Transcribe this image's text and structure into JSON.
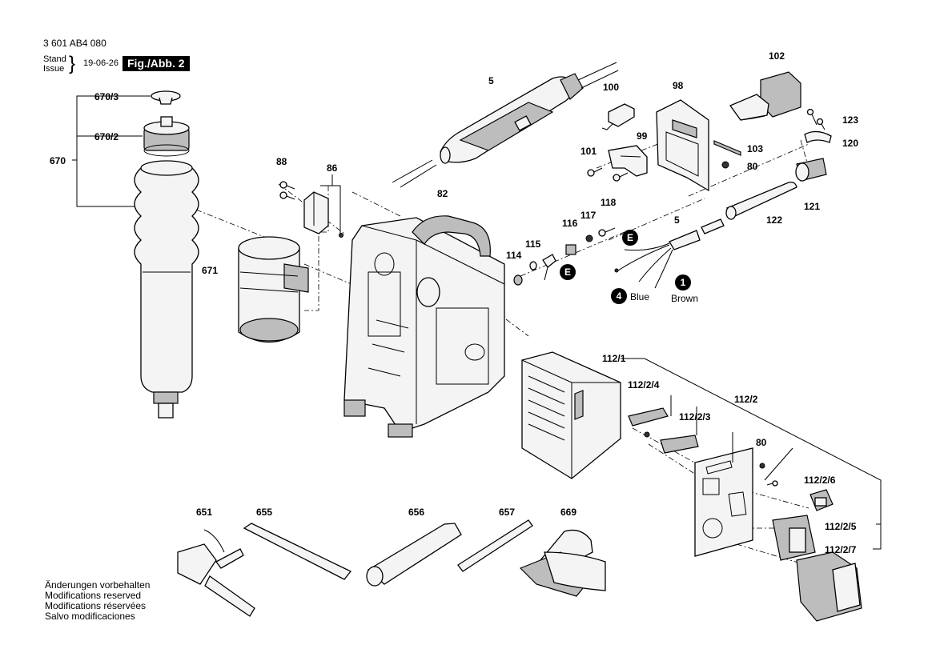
{
  "header": {
    "doc_number": "3 601 AB4 080",
    "stand": "Stand",
    "issue": "Issue",
    "date": "19-06-26",
    "figure": "Fig./Abb. 2"
  },
  "footer": {
    "lines": [
      "Änderungen vorbehalten",
      "Modifications reserved",
      "Modifications réservées",
      "Salvo modificaciones"
    ]
  },
  "parts": {
    "p670_3": "670/3",
    "p670_2": "670/2",
    "p670": "670",
    "p671": "671",
    "p88": "88",
    "p86": "86",
    "p82": "82",
    "p5_top": "5",
    "p100": "100",
    "p98": "98",
    "p102": "102",
    "p123": "123",
    "p120": "120",
    "p103": "103",
    "p101": "101",
    "p99": "99",
    "p80_top": "80",
    "p121": "121",
    "p122": "122",
    "p5_mid": "5",
    "p118": "118",
    "p117": "117",
    "p116": "116",
    "p115": "115",
    "p114": "114",
    "p112_1": "112/1",
    "p112_2_4": "112/2/4",
    "p112_2": "112/2",
    "p112_2_3": "112/2/3",
    "p80_low": "80",
    "p112_2_6": "112/2/6",
    "p112_2_5": "112/2/5",
    "p112_2_7": "112/2/7",
    "p651": "651",
    "p655": "655",
    "p656": "656",
    "p657": "657",
    "p669": "669"
  },
  "wires": {
    "badge_e": "E",
    "badge_1": "1",
    "badge_4": "4",
    "blue": "Blue",
    "brown": "Brown"
  }
}
